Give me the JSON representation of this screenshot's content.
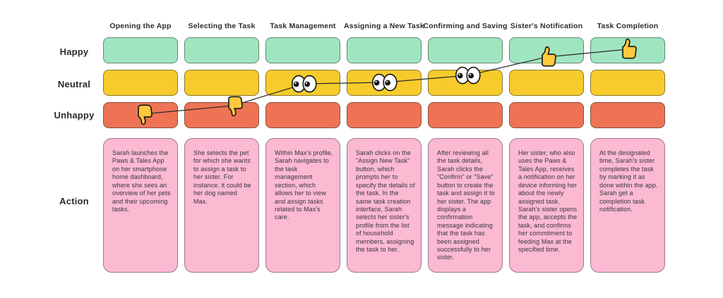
{
  "rows": {
    "happy": "Happy",
    "neutral": "Neutral",
    "unhappy": "Unhappy",
    "action": "Action"
  },
  "columns": [
    {
      "label": "Opening the App",
      "emotion": "unhappy",
      "icon": "thumbs-down-icon",
      "action": "Sarah launches the Paws & Tales App on her smartphone home dashboard, where she sees an overview of her pets and their upcoming tasks."
    },
    {
      "label": "Selecting the Task",
      "emotion": "unhappy",
      "icon": "thumbs-down-icon",
      "action": "She selects the pet for which she wants to assign a task to her sister. For instance, it could be her dog named Max."
    },
    {
      "label": "Task Management",
      "emotion": "neutral",
      "icon": "eyes-icon",
      "action": "Within Max's profile, Sarah navigates to the task management section, which allows her to view and assign tasks related to Max's care."
    },
    {
      "label": "Assigning a New Task",
      "emotion": "neutral",
      "icon": "eyes-icon",
      "action": "Sarah clicks on the \"Assign New Task\" button, which prompts her to specify the details of the task. In the same task creation interface, Sarah selects her sister's profile from the list of household members, assigning the task to her."
    },
    {
      "label": "Confirming and Saving",
      "emotion": "neutral",
      "icon": "eyes-icon",
      "action": "After reviewing all the task details, Sarah clicks the \"Confirm\" or \"Save\" button to create the task and assign it to her sister. The app displays a confirmation message indicating that the task has been assigned successfully to her sister."
    },
    {
      "label": "Sister's Notification",
      "emotion": "happy",
      "icon": "thumbs-up-icon",
      "action": "Her sister, who also uses the Paws & Tales App, receives a notification on her device informing her about the newly assigned task. Sarah's sister opens the app, accepts the task, and confirms her commitment to feeding Max at the specified time."
    },
    {
      "label": "Task Completion",
      "emotion": "happy",
      "icon": "thumbs-up-icon",
      "action": "At the designated time, Sarah's sister completes the task by marking it as done within the app. Sarah get a completion task notification."
    }
  ],
  "colors": {
    "happy": "#9FE6C0",
    "neutral": "#F7CB2B",
    "unhappy": "#EE7355",
    "action": "#FBB9D2",
    "line": "#2b2b2b",
    "icon_yellow": "#FFC83D"
  }
}
